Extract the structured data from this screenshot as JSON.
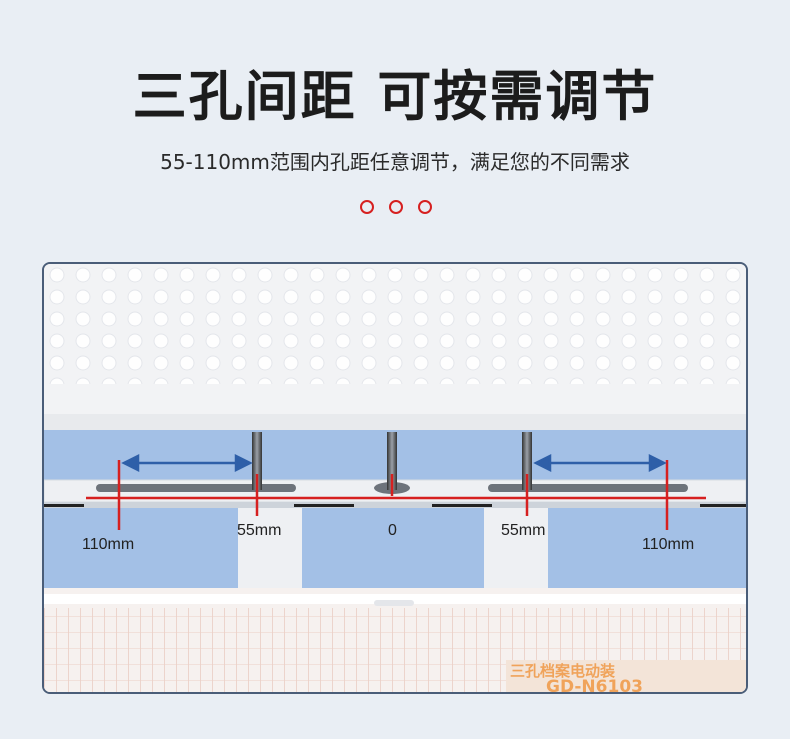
{
  "headline": "三孔间距  可按需调节",
  "subheadline": "55-110mm范围内孔距任意调节，满足您的不同需求",
  "decor_dots": 3,
  "measurements": {
    "left_110": "110mm",
    "left_55": "55mm",
    "center": "0",
    "right_55": "55mm",
    "right_110": "110mm"
  },
  "product_label": {
    "line1": "三孔档案电动装",
    "line2": "GD-N6103"
  },
  "colors": {
    "background": "#e9eef4",
    "accent_red": "#d62020",
    "arrow_blue": "#2e5fa8",
    "panel_blue": "#a3c0e6",
    "frame": "#4a5d78"
  }
}
